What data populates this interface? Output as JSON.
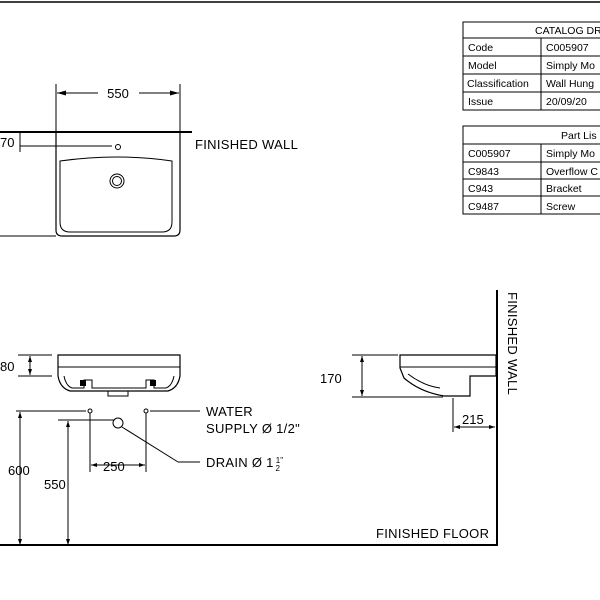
{
  "catalog_table": {
    "title": "CATALOG DR",
    "rows": [
      {
        "label": "Code",
        "value": "C005907"
      },
      {
        "label": "Model",
        "value": "Simply Mo"
      },
      {
        "label": "Classification",
        "value": "Wall Hung"
      },
      {
        "label": "Issue",
        "value": "20/09/20"
      }
    ]
  },
  "parts_table": {
    "title": "Part Lis",
    "rows": [
      {
        "code": "C005907",
        "name": "Simply Mo"
      },
      {
        "code": "C9843",
        "name": "Overflow C"
      },
      {
        "code": "C943",
        "name": "Bracket"
      },
      {
        "code": "C9487",
        "name": "Screw"
      }
    ]
  },
  "top_view": {
    "width_dim": "550",
    "offset_dim": "70",
    "wall_label": "FINISHED WALL"
  },
  "front_view": {
    "height_dim": "80",
    "dim_600": "600",
    "dim_550": "550",
    "dim_250": "250",
    "water_supply_line1": "WATER",
    "water_supply_line2": "SUPPLY Ø 1/2\"",
    "drain_label": "DRAIN Ø 1",
    "drain_frac_num": "1",
    "drain_frac_den": "2",
    "drain_frac_suffix": "\"",
    "floor_label": "FINISHED FLOOR"
  },
  "side_view": {
    "height_dim": "170",
    "depth_dim": "215",
    "wall_label": "FINISHED WALL"
  }
}
